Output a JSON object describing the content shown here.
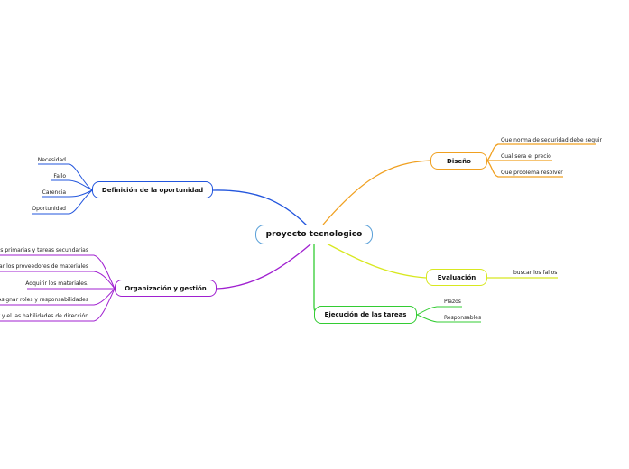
{
  "central": {
    "label": "proyecto tecnologico",
    "color": "#5aa0d8"
  },
  "branches": {
    "definicion": {
      "label": "Definición de la oportunidad",
      "color": "#2255dd",
      "leaves": [
        "Necesidad",
        "Fallo",
        "Carencia",
        "Oportunidad"
      ]
    },
    "organizacion": {
      "label": "Organización y gestión",
      "color": "#a020d0",
      "leaves": [
        "reas primarias y tareas secundarias",
        "aluar los proveedores de materiales",
        "Adquirir los materiales.",
        "Asignar roles y responsabilidades",
        "der y el las habilidades de dirección"
      ]
    },
    "diseno": {
      "label": "Diseño",
      "color": "#f0a020",
      "leaves": [
        "Que norma de seguridad debe seguir",
        "Cual sera el precio",
        "Que problema resolver"
      ]
    },
    "evaluacion": {
      "label": "Evaluación",
      "color": "#d8e820",
      "leaves": [
        "buscar los fallos"
      ]
    },
    "ejecucion": {
      "label": "Ejecución de las tareas",
      "color": "#33cc33",
      "leaves": [
        "Plazos",
        "Responsables"
      ]
    }
  }
}
